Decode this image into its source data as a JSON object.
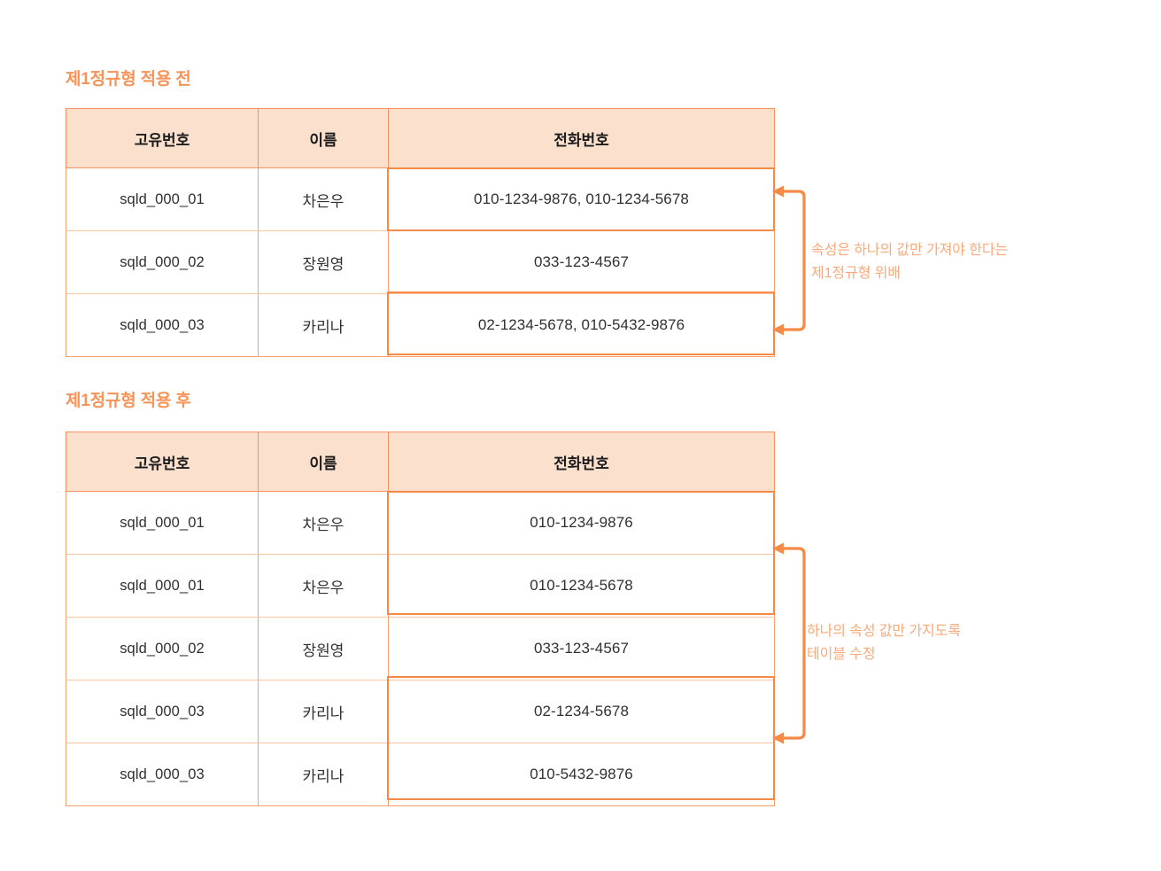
{
  "page": {
    "background": "#ffffff",
    "accent": "#F79356",
    "header_fill": "#FBE0CE",
    "border_color": "#F7A06A",
    "highlight_border": "#F58A46",
    "note_color": "#FBA97A"
  },
  "sections": [
    {
      "id": "before",
      "title": "제1정규형 적용 전",
      "columns": [
        "고유번호",
        "이름",
        "전화번호"
      ],
      "rows": [
        {
          "id": "sqld_000_01",
          "name": "차은우",
          "tel": "010-1234-9876, 010-1234-5678"
        },
        {
          "id": "sqld_000_02",
          "name": "장원영",
          "tel": "033-123-4567"
        },
        {
          "id": "sqld_000_03",
          "name": "카리나",
          "tel": "02-1234-5678, 010-5432-9876"
        }
      ],
      "highlighted_rows": [
        0,
        2
      ],
      "annotation": "속성은 하나의 값만 가져야 한다는\n제1정규형 위배"
    },
    {
      "id": "after",
      "title": "제1정규형 적용 후",
      "columns": [
        "고유번호",
        "이름",
        "전화번호"
      ],
      "rows": [
        {
          "id": "sqld_000_01",
          "name": "차은우",
          "tel": "010-1234-9876"
        },
        {
          "id": "sqld_000_01",
          "name": "차은우",
          "tel": "010-1234-5678"
        },
        {
          "id": "sqld_000_02",
          "name": "장원영",
          "tel": "033-123-4567"
        },
        {
          "id": "sqld_000_03",
          "name": "카리나",
          "tel": "02-1234-5678"
        },
        {
          "id": "sqld_000_03",
          "name": "카리나",
          "tel": "010-5432-9876"
        }
      ],
      "highlighted_row_groups": [
        [
          0,
          1
        ],
        [
          3,
          4
        ]
      ],
      "annotation": "하나의 속성 값만 가지도록\n테이블 수정"
    }
  ]
}
